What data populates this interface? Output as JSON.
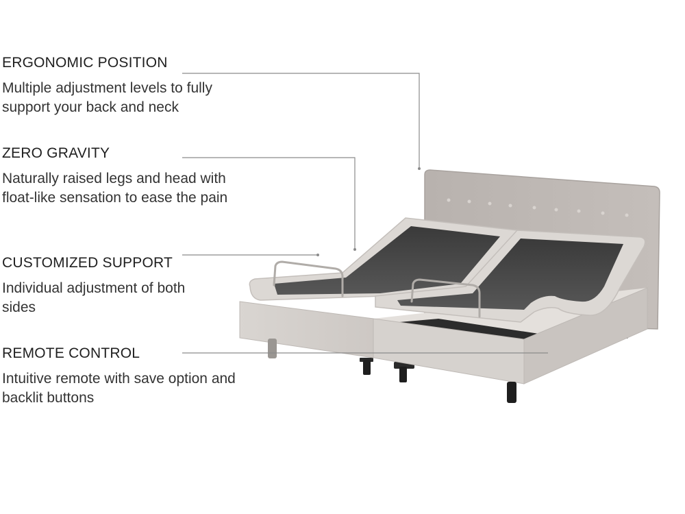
{
  "features": [
    {
      "title": "ERGONOMIC POSITION",
      "description": "Multiple adjustment levels to fully support your back and neck"
    },
    {
      "title": "ZERO GRAVITY",
      "description": "Naturally raised legs and head with float-like sensation to ease the pain"
    },
    {
      "title": "CUSTOMIZED SUPPORT",
      "description": "Individual adjustment of both sides"
    },
    {
      "title": "REMOTE CONTROL",
      "description": "Intuitive remote with save option and backlit buttons"
    }
  ],
  "colors": {
    "frame": "#d3cfcb",
    "headboard": "#bcb6b2",
    "deck": "#4a4a4a",
    "leg": "#1e1e1e",
    "callout_line": "#8a8a8a"
  }
}
